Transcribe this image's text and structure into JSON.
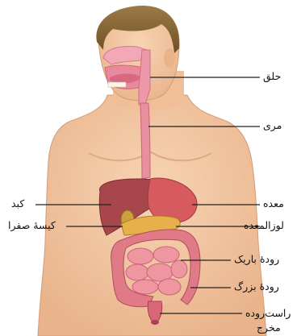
{
  "labels": {
    "pharynx": "حلق",
    "esophagus": "مری",
    "stomach": "معده",
    "pancreas": "لوزالمعده",
    "small_intestine": "رودهٔ باریک",
    "large_intestine": "رودهٔ بزرگ",
    "rectum": "راست‌روده",
    "anus": "مخرج",
    "liver": "کبد",
    "gallbladder": "کیسهٔ صفرا"
  },
  "colors": {
    "skin": "#f5c9a3",
    "skin_shadow": "#e0a57e",
    "hair": "#8a6a3a",
    "liver": "#a8474b",
    "stomach": "#d65a60",
    "pancreas": "#e8b04a",
    "gallbladder": "#caa13c",
    "intestine": "#ec8c96",
    "esophagus": "#e88fa0",
    "leader_line": "#222222"
  }
}
